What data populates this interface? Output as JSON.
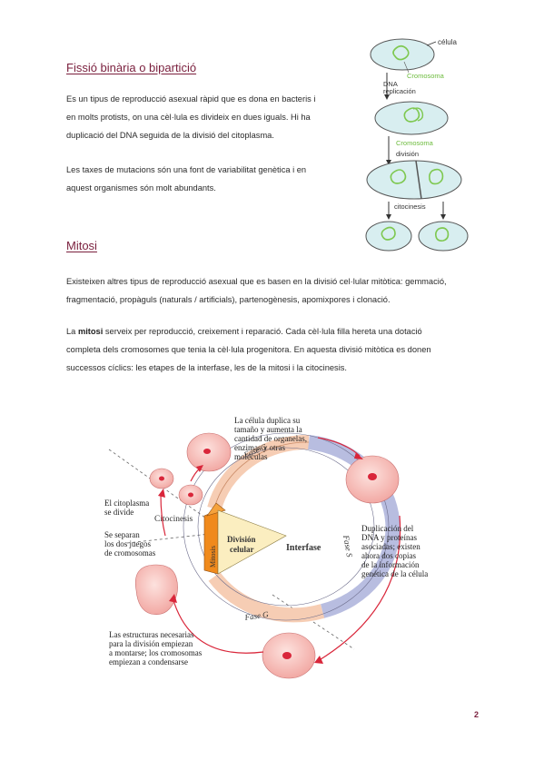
{
  "section1": {
    "heading": "Fissió binària o bipartició",
    "para1_lines": [
      "Es un tipus de reproducció asexual ràpid que es dona en bacteris i",
      "en molts protists, on una cèl·lula es divideix en dues iguals. Hi ha",
      "duplicació del DNA seguida de la divisió del citoplasma."
    ],
    "para2_lines": [
      "Les taxes de mutacions són una font de variabilitat genètica i en",
      "aquest organismes són molt abundants."
    ]
  },
  "fission_diagram": {
    "cell_label": "célula",
    "chromosome_label_1": "Cromosoma",
    "dna_label_1": "DNA",
    "dna_label_2": "replicación",
    "chromosome_label_2": "Cromosoma",
    "division_label": "división",
    "cytokinesis_label": "citocinesis"
  },
  "section2": {
    "heading": "Mitosi",
    "para1_lines": [
      "Existeixen altres tipus de reproducció asexual que es basen en la divisió cel·lular mitòtica: gemmació,",
      "fragmentació, propàguls (naturals / artificials), partenogènesis, apomixpores i clonació."
    ],
    "para2_bold": "mitosi",
    "para2_prefix": "La ",
    "para2_line1_rest": " serveix per reproducció, creixement i reparació. Cada cèl·lula filla hereta una dotació",
    "para2_lines": [
      "completa dels cromosomes que tenia la cèl·lula progenitora. En aquesta divisió mitòtica es donen",
      "successos cíclics: les etapes de la interfase, les de la mitosi i la citocinesis."
    ]
  },
  "cycle_diagram": {
    "top_note": [
      "La célula duplica su",
      "tamaño y aumenta la",
      "cantidad de organelas,",
      "enzimas y otras",
      "moléculas"
    ],
    "right_note": [
      "Duplicación del",
      "DNA y proteínas",
      "asociadas; existen",
      "ahora dos copias",
      "de la información",
      "genética de la célula"
    ],
    "bottom_note": [
      "Las estructuras necesarias",
      "para la división empiezan",
      "a montarse; los cromosomas",
      "empiezan a condensarse"
    ],
    "left_note_1": [
      "El citoplasma",
      "se divide"
    ],
    "left_note_2": [
      "Se separan",
      "los dos juegos",
      "de cromosomas"
    ],
    "fase_g1": "Fase G",
    "fase_g2": "Fase G",
    "fase_s": "Fase S",
    "citocinesis": "Citocinesis",
    "mitosis": "Mitosis",
    "division_celular": [
      "División",
      "celular"
    ],
    "interfase": "Interfase"
  },
  "page_number": "2",
  "colors": {
    "heading": "#7a1f3d",
    "cell_fill": "#d8eef0",
    "chromosome": "#7ec850",
    "ring_peach": "#f6cdb4",
    "ring_blue": "#b8bde0",
    "arrow_red": "#d9263a",
    "mitosis_orange": "#f08a1c",
    "wedge_yellow": "#fbeec0"
  }
}
